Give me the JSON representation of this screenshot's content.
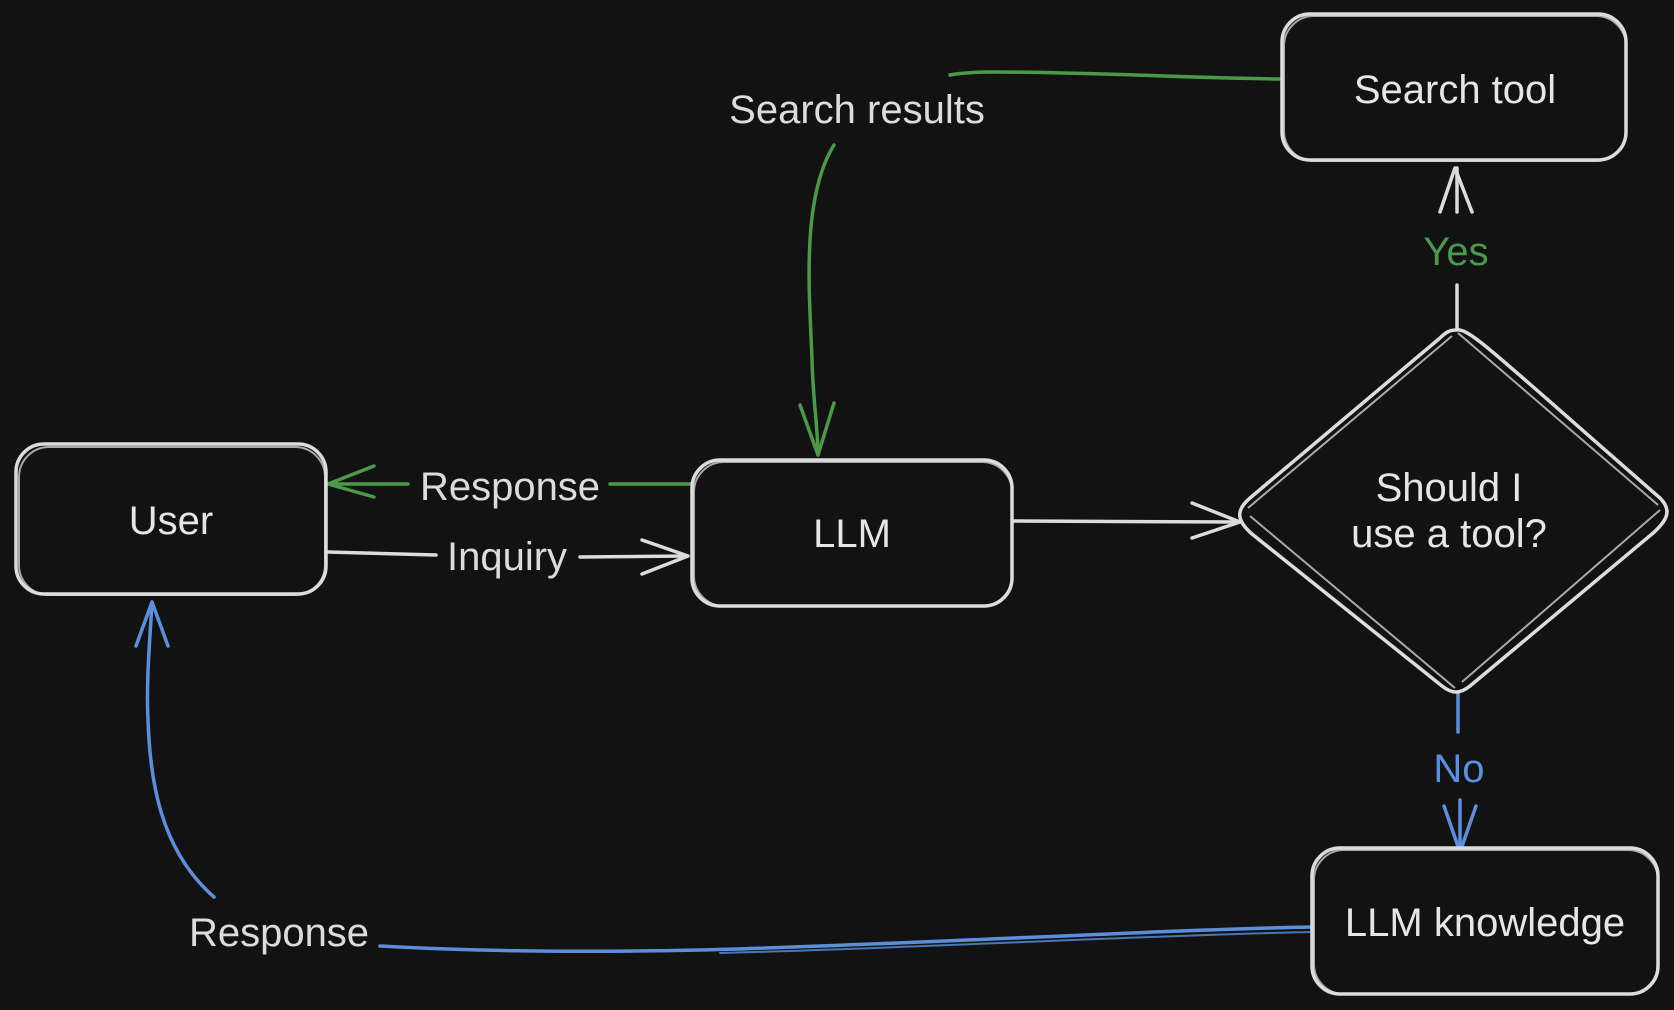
{
  "colors": {
    "background": "#121212",
    "default": "#dcdcdc",
    "tool_path": "#4a9a47",
    "knowledge_path": "#5b8fdd"
  },
  "nodes": {
    "user": "User",
    "llm": "LLM",
    "decision_line1": "Should I",
    "decision_line2": "use a tool?",
    "search_tool": "Search tool",
    "llm_knowledge": "LLM knowledge"
  },
  "edges": {
    "search_results": "Search results",
    "response_tool": "Response",
    "inquiry": "Inquiry",
    "yes": "Yes",
    "no": "No",
    "response_knowledge": "Response"
  }
}
